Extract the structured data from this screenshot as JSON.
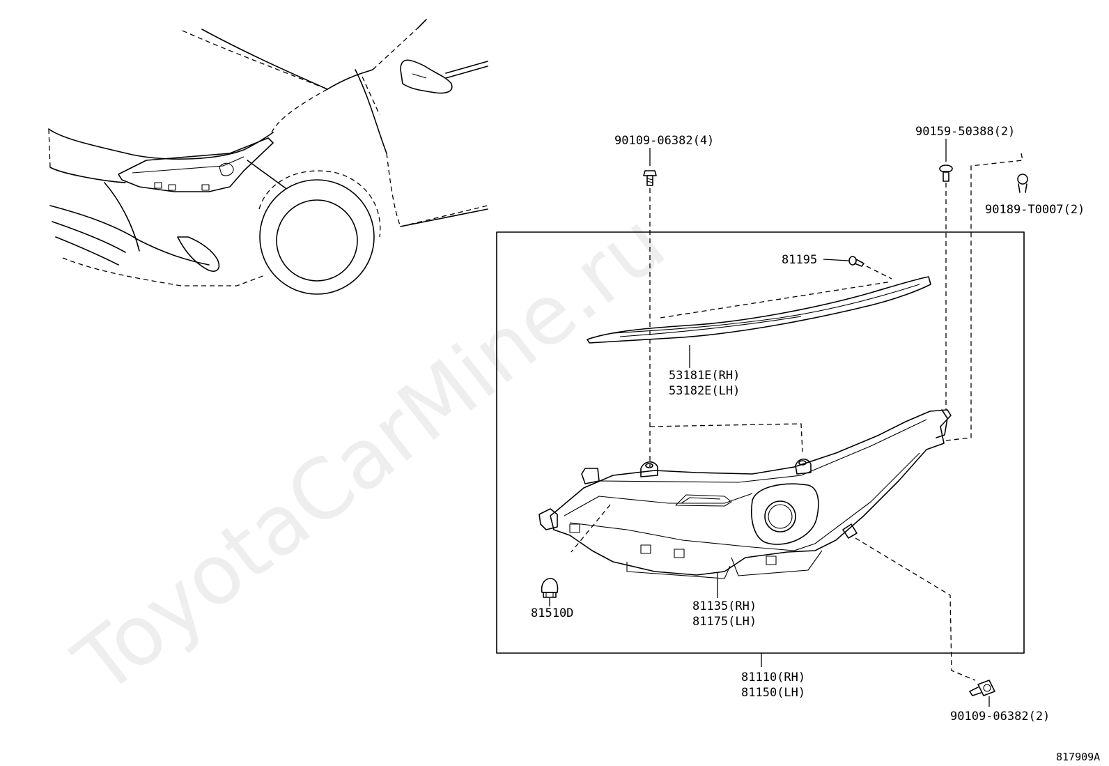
{
  "watermark": "ToyotaCarMine.ru",
  "diagram_code": "817909A",
  "parts": {
    "bolt_top_left": "90109-06382(4)",
    "clip_top_right": "90159-50388(2)",
    "clip_right": "90189-T0007(2)",
    "screw_81195": "81195",
    "garnish_rh": "53181E(RH)",
    "garnish_lh": "53182E(LH)",
    "bulb": "81510D",
    "housing_rh": "81135(RH)",
    "housing_lh": "81175(LH)",
    "assembly_rh": "81110(RH)",
    "assembly_lh": "81150(LH)",
    "bolt_bottom_right": "90109-06382(2)"
  }
}
